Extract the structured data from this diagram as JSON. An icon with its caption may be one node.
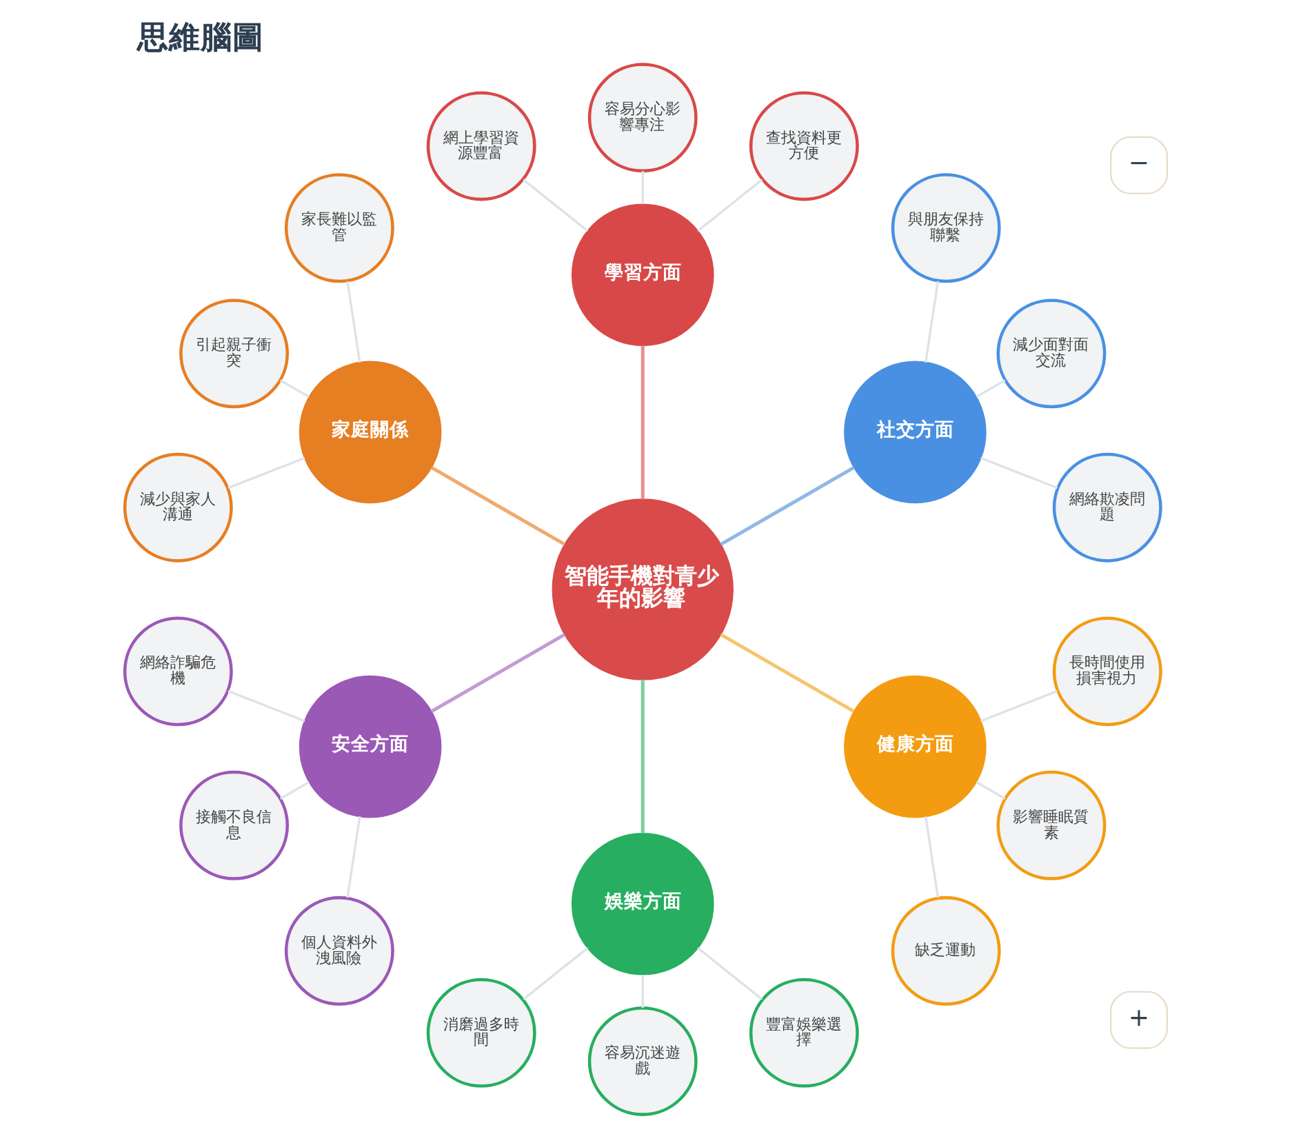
{
  "diagram": {
    "title": "思維腦圖",
    "nodes": [
      {
        "text": [
          "智能手機對青少年的影響"
        ]
      },
      {
        "text": [
          "學習方面"
        ]
      },
      {
        "text": [
          "網上學習資源豐富"
        ]
      },
      {
        "text": [
          "容易分心影響專注"
        ]
      },
      {
        "text": [
          "查找資料更方便"
        ]
      },
      {
        "text": [
          "社交方面"
        ]
      },
      {
        "text": [
          "與朋友保持聯繫"
        ]
      },
      {
        "text": [
          "減少面對面交流"
        ]
      },
      {
        "text": [
          "網絡欺凌問題"
        ]
      },
      {
        "text": [
          "健康方面"
        ]
      },
      {
        "text": [
          "長時間使用損害視力"
        ]
      },
      {
        "text": [
          "影響睡眠質素"
        ]
      },
      {
        "text": [
          "缺乏運動"
        ]
      },
      {
        "text": [
          "娛樂方面"
        ]
      },
      {
        "text": [
          "消磨過多時間"
        ]
      },
      {
        "text": [
          "容易沉迷遊戲"
        ]
      },
      {
        "text": [
          "豐富娛樂選擇"
        ]
      },
      {
        "text": [
          "安全方面"
        ]
      },
      {
        "text": [
          "網絡詐騙危機"
        ]
      },
      {
        "text": [
          "接觸不良信息"
        ]
      },
      {
        "text": [
          "個人資料外洩風險"
        ]
      },
      {
        "text": [
          "家庭關係"
        ]
      },
      {
        "text": [
          "家長難以監管"
        ]
      },
      {
        "text": [
          "引起親子衝突"
        ]
      },
      {
        "text": [
          "減少與家人溝通"
        ]
      }
    ],
    "edges": [
      {
        "from": 0,
        "to": 1,
        "arrow": "none",
        "color": "#e88e8e"
      },
      {
        "from": 1,
        "to": 2,
        "arrow": "none"
      },
      {
        "from": 1,
        "to": 3,
        "arrow": "none"
      },
      {
        "from": 1,
        "to": 4,
        "arrow": "none"
      },
      {
        "from": 0,
        "to": 5,
        "arrow": "none",
        "color": "#8fb8e6"
      },
      {
        "from": 5,
        "to": 6,
        "arrow": "none"
      },
      {
        "from": 5,
        "to": 7,
        "arrow": "none"
      },
      {
        "from": 5,
        "to": 8,
        "arrow": "none"
      },
      {
        "from": 0,
        "to": 9,
        "arrow": "none",
        "color": "#f5c56f"
      },
      {
        "from": 9,
        "to": 10,
        "arrow": "none"
      },
      {
        "from": 9,
        "to": 11,
        "arrow": "none"
      },
      {
        "from": 9,
        "to": 12,
        "arrow": "none"
      },
      {
        "from": 0,
        "to": 13,
        "arrow": "none",
        "color": "#7ccf9c"
      },
      {
        "from": 13,
        "to": 14,
        "arrow": "none"
      },
      {
        "from": 13,
        "to": 15,
        "arrow": "none"
      },
      {
        "from": 13,
        "to": 16,
        "arrow": "none"
      },
      {
        "from": 0,
        "to": 17,
        "arrow": "none",
        "color": "#c39bd1"
      },
      {
        "from": 17,
        "to": 18,
        "arrow": "none"
      },
      {
        "from": 17,
        "to": 19,
        "arrow": "none"
      },
      {
        "from": 17,
        "to": 20,
        "arrow": "none"
      },
      {
        "from": 0,
        "to": 21,
        "arrow": "none",
        "color": "#f0aa6c"
      },
      {
        "from": 21,
        "to": 22,
        "arrow": "none"
      },
      {
        "from": 21,
        "to": 23,
        "arrow": "none"
      },
      {
        "from": 21,
        "to": 24,
        "arrow": "none"
      }
    ],
    "labels": [
      "+",
      "−"
    ]
  }
}
